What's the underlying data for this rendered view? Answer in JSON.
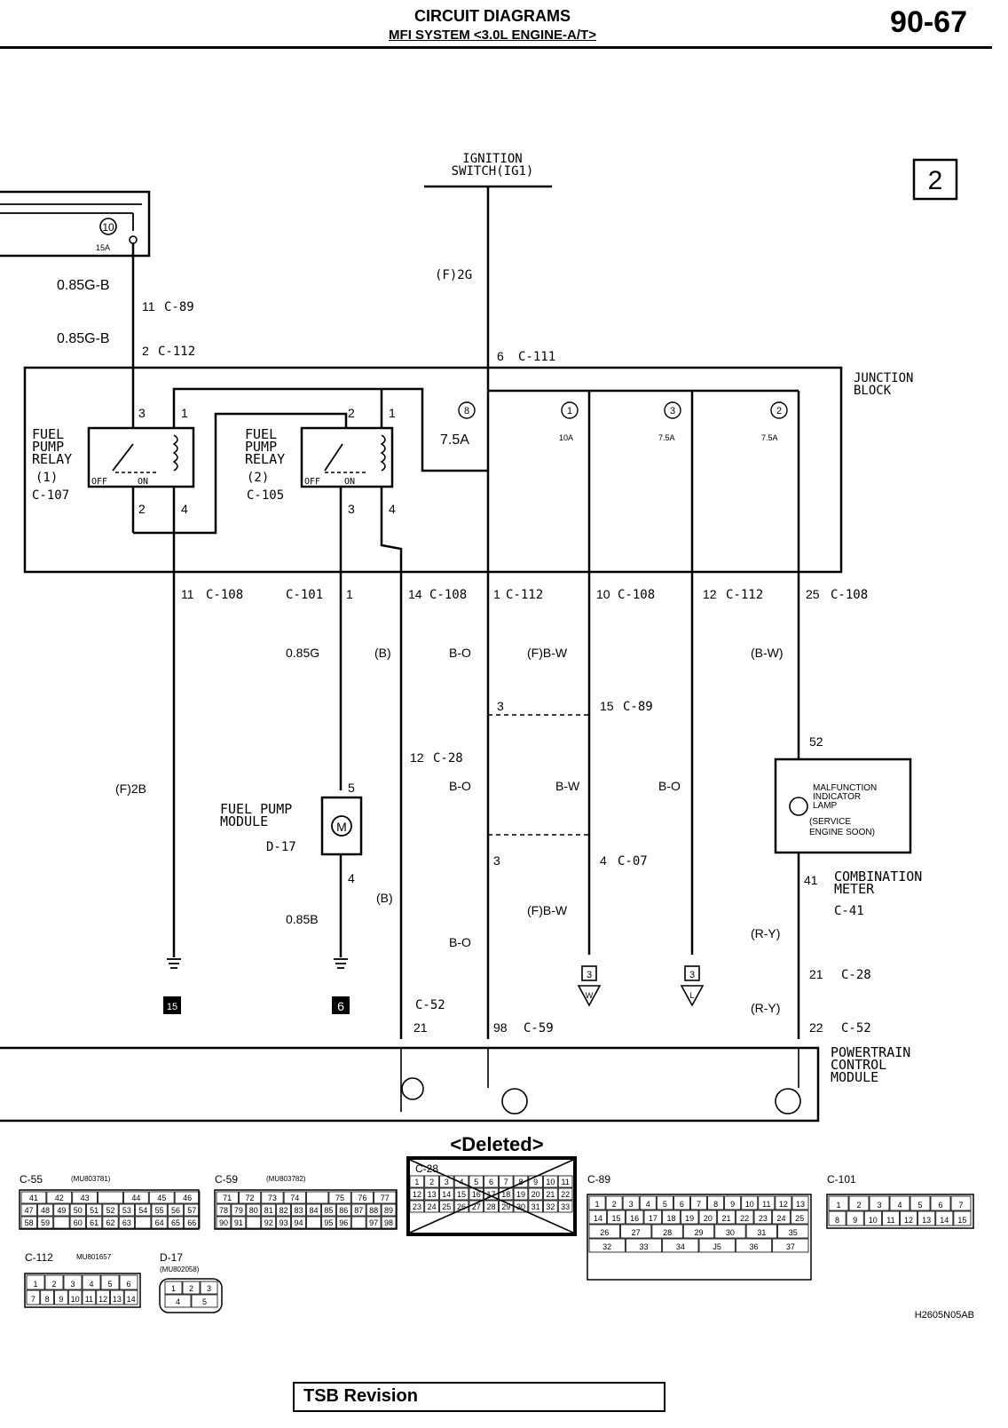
{
  "header": {
    "title": "CIRCUIT DIAGRAMS",
    "subtitle": "MFI SYSTEM <3.0L ENGINE-A/T>",
    "page": "90-67"
  },
  "sheet_number": "2",
  "supply": {
    "label_line1": "IGNITION",
    "label_line2": "SWITCH(IG1)",
    "wire": "(F)2G",
    "conn": "6",
    "conn_id": "C-111"
  },
  "fuse10": {
    "num": "10",
    "rating": "15A"
  },
  "left_wire": {
    "color1": "0.85G-B",
    "pin1": "11",
    "conn1": "C-89",
    "color2": "0.85G-B",
    "pin2": "2",
    "conn2": "C-112"
  },
  "junction_block": {
    "line1": "JUNCTION",
    "line2": "BLOCK"
  },
  "relay1": {
    "line1": "FUEL",
    "line2": "PUMP",
    "line3": "RELAY",
    "line4": "(1)",
    "conn": "C-107",
    "pin_tl": "3",
    "pin_tr": "1",
    "pin_bl": "2",
    "pin_br": "4",
    "off": "OFF",
    "on": "ON"
  },
  "relay2": {
    "line1": "FUEL",
    "line2": "PUMP",
    "line3": "RELAY",
    "line4": "(2)",
    "conn": "C-105",
    "pin_tl": "2",
    "pin_tr": "1",
    "pin_bl": "3",
    "pin_br": "4",
    "off": "OFF",
    "on": "ON"
  },
  "fuses": [
    {
      "num": "8",
      "rating": "7.5A"
    },
    {
      "num": "1",
      "rating": "10A"
    },
    {
      "num": "3",
      "rating": "7.5A"
    },
    {
      "num": "2",
      "rating": "7.5A"
    }
  ],
  "jb_outputs": [
    {
      "pin": "11",
      "conn": "C-108"
    },
    {
      "pin": "1",
      "conn": "C-101"
    },
    {
      "pin": "14",
      "conn": "C-108"
    },
    {
      "pin": "1",
      "conn": "C-112"
    },
    {
      "pin": "10",
      "conn": "C-108"
    },
    {
      "pin": "12",
      "conn": "C-112"
    },
    {
      "pin": "25",
      "conn": "C-108"
    }
  ],
  "wire_labels": {
    "w1": "(F)2B",
    "w2": "0.85G",
    "w2b": "0.85B",
    "w3a": "(B)",
    "w3b": "(B)",
    "w4a": "B-O",
    "w4b": "B-O",
    "w4c": "B-O",
    "w5a": "(F)B-W",
    "w5b": "B-W",
    "w5c": "(F)B-W",
    "w6": "B-O",
    "w7a": "(B-W)",
    "w7b": "(R-Y)",
    "w7c": "(R-Y)"
  },
  "splices": {
    "a_pin": "3",
    "b_pin": "15",
    "b_conn": "C-89",
    "c_pin": "3",
    "d_pin": "4",
    "d_conn": "C-07"
  },
  "c28_mid": {
    "pin": "12",
    "conn": "C-28"
  },
  "fuel_pump_module": {
    "line1": "FUEL PUMP",
    "line2": "MODULE",
    "conn": "D-17",
    "pin_top": "5",
    "pin_bot": "4",
    "motor": "M"
  },
  "grounds": {
    "g1": "15",
    "g2": "6"
  },
  "refs": {
    "r1": "3",
    "r2": "3",
    "r1_tag": "W",
    "r2_tag": "L"
  },
  "mil": {
    "line1": "MALFUNCTION",
    "line2": "INDICATOR",
    "line3": "LAMP",
    "line4": "(SERVICE",
    "line5": "ENGINE SOON)",
    "pin_top": "52",
    "pin_bot": "41"
  },
  "combination_meter": {
    "line1": "COMBINATION",
    "line2": "METER",
    "conn": "C-41"
  },
  "c28_right": {
    "pin": "21",
    "conn": "C-28"
  },
  "pcm_inputs": [
    {
      "pin": "21",
      "conn": "C-52"
    },
    {
      "pin": "98",
      "conn": "C-59"
    },
    {
      "pin": "22",
      "conn": "C-52"
    }
  ],
  "pcm": {
    "line1": "POWERTRAIN",
    "line2": "CONTROL",
    "line3": "MODULE"
  },
  "deleted": "<Deleted>",
  "connectors": {
    "c55": {
      "id": "C-55",
      "part": "(MU803781)",
      "rows": [
        [
          "41",
          "42",
          "43",
          "",
          "44",
          "45",
          "46"
        ],
        [
          "47",
          "48",
          "49",
          "50",
          "51",
          "52",
          "53",
          "54",
          "55",
          "56",
          "57"
        ],
        [
          "58",
          "59",
          "",
          "60",
          "61",
          "62",
          "63",
          "",
          "64",
          "65",
          "66"
        ]
      ]
    },
    "c59": {
      "id": "C-59",
      "part": "(MU803782)",
      "rows": [
        [
          "71",
          "72",
          "73",
          "74",
          "",
          "75",
          "76",
          "77"
        ],
        [
          "78",
          "79",
          "80",
          "81",
          "82",
          "83",
          "84",
          "85",
          "86",
          "87",
          "88",
          "89"
        ],
        [
          "90",
          "91",
          "",
          "92",
          "93",
          "94",
          "",
          "95",
          "96",
          "",
          "97",
          "98"
        ]
      ]
    },
    "c28": {
      "id": "C-28",
      "rows": [
        [
          "1",
          "2",
          "3",
          "4",
          "5",
          "6",
          "7",
          "8",
          "9",
          "10",
          "11"
        ],
        [
          "12",
          "13",
          "14",
          "15",
          "16",
          "17",
          "18",
          "19",
          "20",
          "21",
          "22"
        ],
        [
          "23",
          "24",
          "25",
          "26",
          "27",
          "28",
          "29",
          "30",
          "31",
          "32",
          "33"
        ]
      ]
    },
    "c89": {
      "id": "C-89",
      "rows": [
        [
          "1",
          "2",
          "3",
          "4",
          "5",
          "6",
          "7",
          "8",
          "9",
          "10",
          "11",
          "12",
          "13"
        ],
        [
          "14",
          "15",
          "16",
          "17",
          "18",
          "19",
          "20",
          "21",
          "22",
          "23",
          "24",
          "25"
        ],
        [
          "26",
          "27",
          "28",
          "29",
          "30",
          "31",
          "35"
        ],
        [
          "32",
          "33",
          "34",
          "J5",
          "36",
          "37"
        ]
      ]
    },
    "c101": {
      "id": "C-101",
      "rows": [
        [
          "1",
          "2",
          "3",
          "4",
          "5",
          "6",
          "7"
        ],
        [
          "8",
          "9",
          "10",
          "11",
          "12",
          "13",
          "14",
          "15"
        ]
      ]
    },
    "c112": {
      "id": "C-112",
      "part": "MU801657",
      "rows": [
        [
          "1",
          "2",
          "3",
          "4",
          "5",
          "6"
        ],
        [
          "7",
          "8",
          "9",
          "10",
          "11",
          "12",
          "13",
          "14"
        ]
      ]
    },
    "d17": {
      "id": "D-17",
      "part": "(MU802058)",
      "rows": [
        [
          "1",
          "2",
          "3"
        ],
        [
          "4",
          "5"
        ]
      ]
    }
  },
  "figure_code": "H2605N05AB",
  "tsb": "TSB Revision"
}
